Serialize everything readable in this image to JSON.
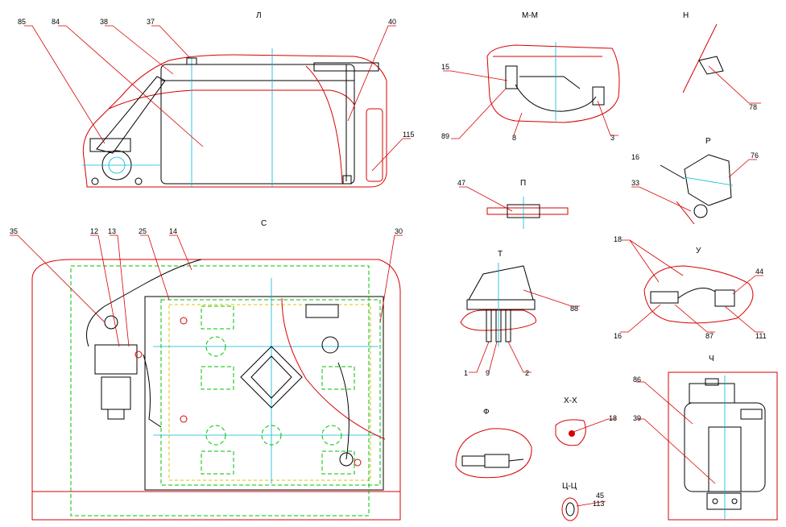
{
  "colors": {
    "outline": "#d80000",
    "part": "#000000",
    "centerline": "#00b8d8",
    "hidden": "#00c000",
    "secondary_hidden": "#e0c000",
    "background": "#ffffff"
  },
  "views": {
    "L": "Л",
    "MM": "М-М",
    "N": "Н",
    "P": "П",
    "R": "Р",
    "S": "С",
    "T": "Т",
    "U": "У",
    "F": "Ф",
    "XX": "Х-Х",
    "Ch": "Ч",
    "TsTs": "Ц-Ц"
  },
  "callouts": {
    "c85": "85",
    "c84": "84",
    "c38": "38",
    "c37": "37",
    "c40": "40",
    "c115": "115",
    "c15": "15",
    "c89": "89",
    "c8": "8",
    "c3": "3",
    "c78": "78",
    "c16a": "16",
    "c76": "76",
    "c33": "33",
    "c47": "47",
    "c35": "35",
    "c12": "12",
    "c13": "13",
    "c25": "25",
    "c14": "14",
    "c30": "30",
    "c88": "88",
    "c1": "1",
    "c9": "9",
    "c2": "2",
    "c18a": "18",
    "c44": "44",
    "c16b": "16",
    "c87": "87",
    "c111": "111",
    "c18b": "18",
    "c86": "86",
    "c39": "39",
    "c45": "45",
    "c113": "113"
  }
}
